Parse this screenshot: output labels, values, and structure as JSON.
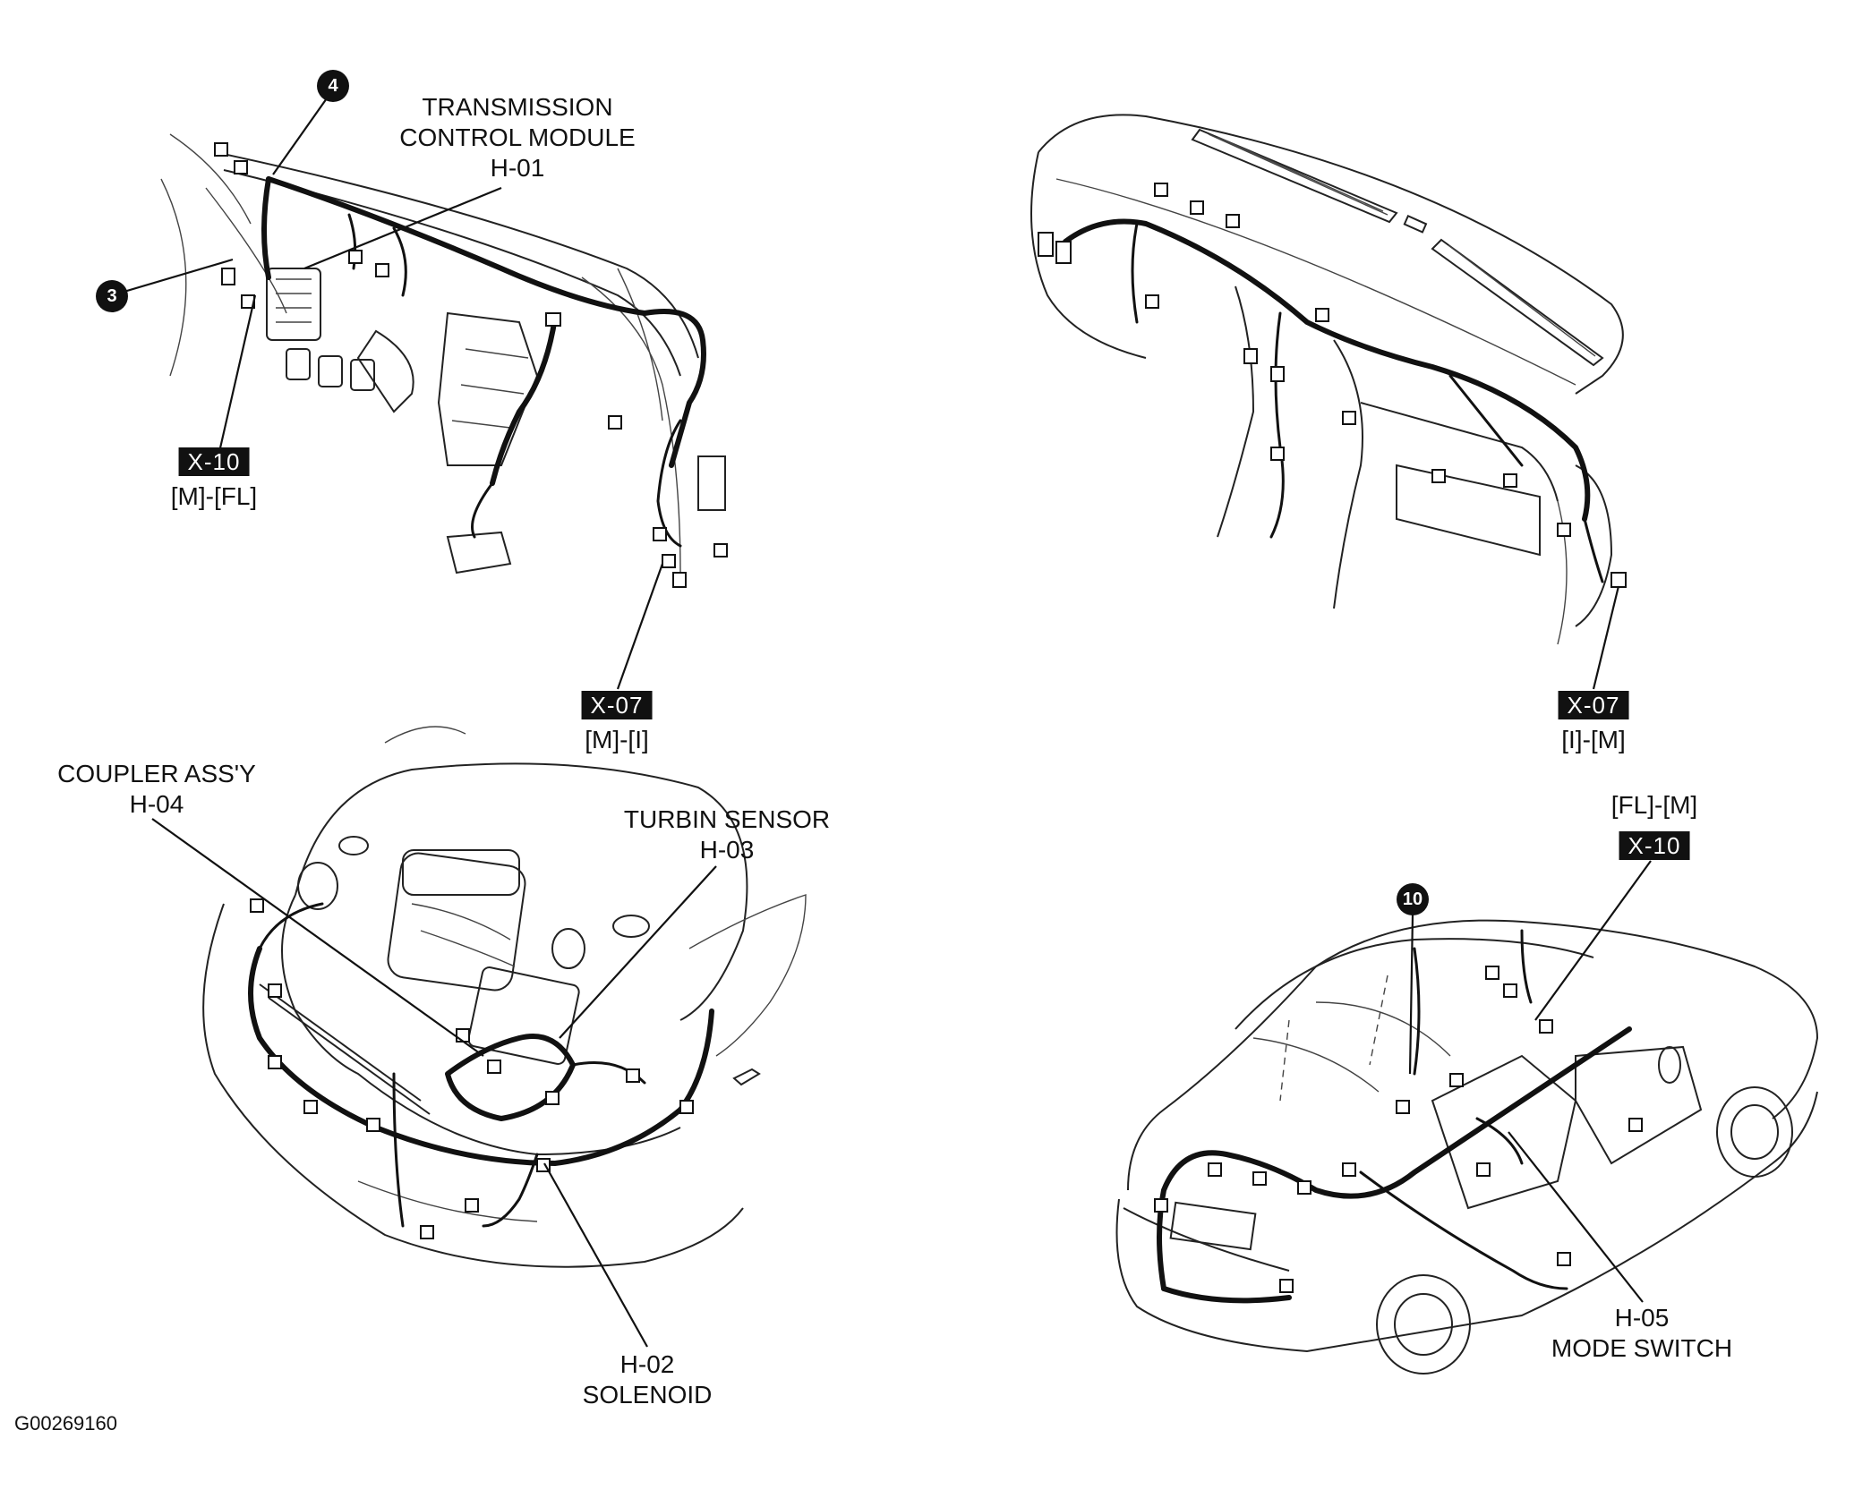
{
  "document_code": "G00269160",
  "views": {
    "dashboard_left": {
      "title_lines": [
        "TRANSMISSION",
        "CONTROL MODULE",
        "H-01"
      ],
      "badge_top": "4",
      "badge_left": "3",
      "tag_left": "X-10",
      "tag_left_caption": "[M]-[FL]",
      "tag_right": "X-07",
      "tag_right_caption": "[M]-[I]"
    },
    "dashboard_right": {
      "tag": "X-07",
      "tag_caption": "[I]-[M]"
    },
    "engine_bay": {
      "coupler_lines": [
        "COUPLER ASS'Y",
        "H-04"
      ],
      "turbin_lines": [
        "TURBIN SENSOR",
        "H-03"
      ],
      "solenoid_lines": [
        "H-02",
        "SOLENOID"
      ]
    },
    "car_body": {
      "tag_caption": "[FL]-[M]",
      "tag": "X-10",
      "badge": "10",
      "mode_switch_lines": [
        "H-05",
        "MODE SWITCH"
      ]
    }
  },
  "colors": {
    "background": "#ffffff",
    "ink": "#111111",
    "tag_fill": "#111111",
    "tag_text": "#ffffff"
  }
}
